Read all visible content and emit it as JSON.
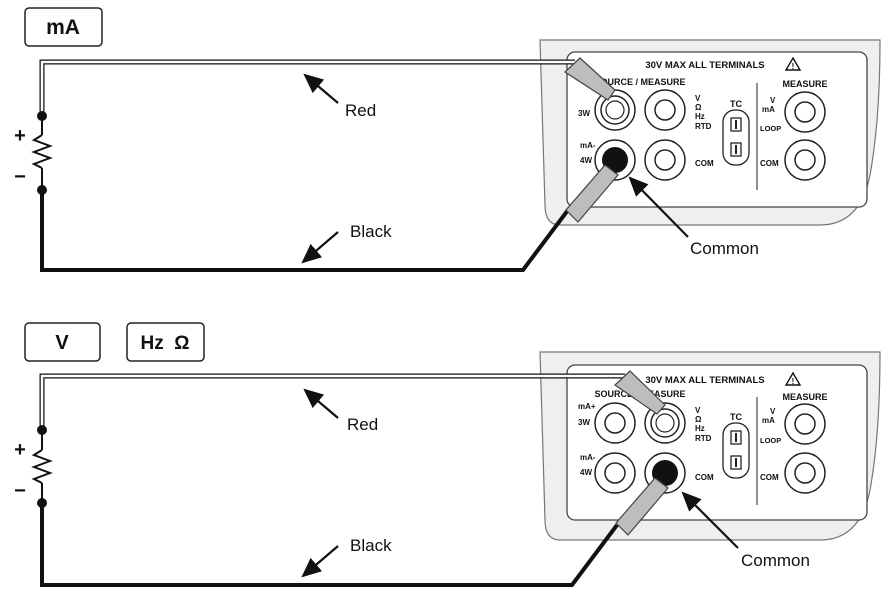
{
  "diagrams": [
    {
      "mode_buttons": [
        "mA"
      ],
      "wire_labels": {
        "red": "Red",
        "black": "Black",
        "common": "Common"
      },
      "polarity": {
        "plus": "+",
        "minus": "−"
      },
      "panel": {
        "warning": "30V MAX ALL TERMINALS",
        "source_measure": "SOURCE / MEASURE",
        "measure": "MEASURE",
        "tc": "TC",
        "left_labels": [
          "3W",
          "mA-",
          "4W"
        ],
        "mid_labels": [
          "V",
          "Ω",
          "Hz",
          "RTD"
        ],
        "com": "COM",
        "right_labels": [
          "V",
          "mA",
          "LOOP"
        ]
      }
    },
    {
      "mode_buttons": [
        "V",
        "Hz  Ω"
      ],
      "wire_labels": {
        "red": "Red",
        "black": "Black",
        "common": "Common"
      },
      "polarity": {
        "plus": "+",
        "minus": "−"
      },
      "panel": {
        "warning": "30V MAX ALL TERMINALS",
        "source_measure": "SOURCE / MEASURE",
        "measure": "MEASURE",
        "tc": "TC",
        "left_labels": [
          "mA+",
          "3W",
          "mA-",
          "4W"
        ],
        "mid_labels": [
          "V",
          "Ω",
          "Hz",
          "RTD"
        ],
        "com": "COM",
        "right_labels": [
          "V",
          "mA",
          "LOOP"
        ]
      }
    }
  ]
}
